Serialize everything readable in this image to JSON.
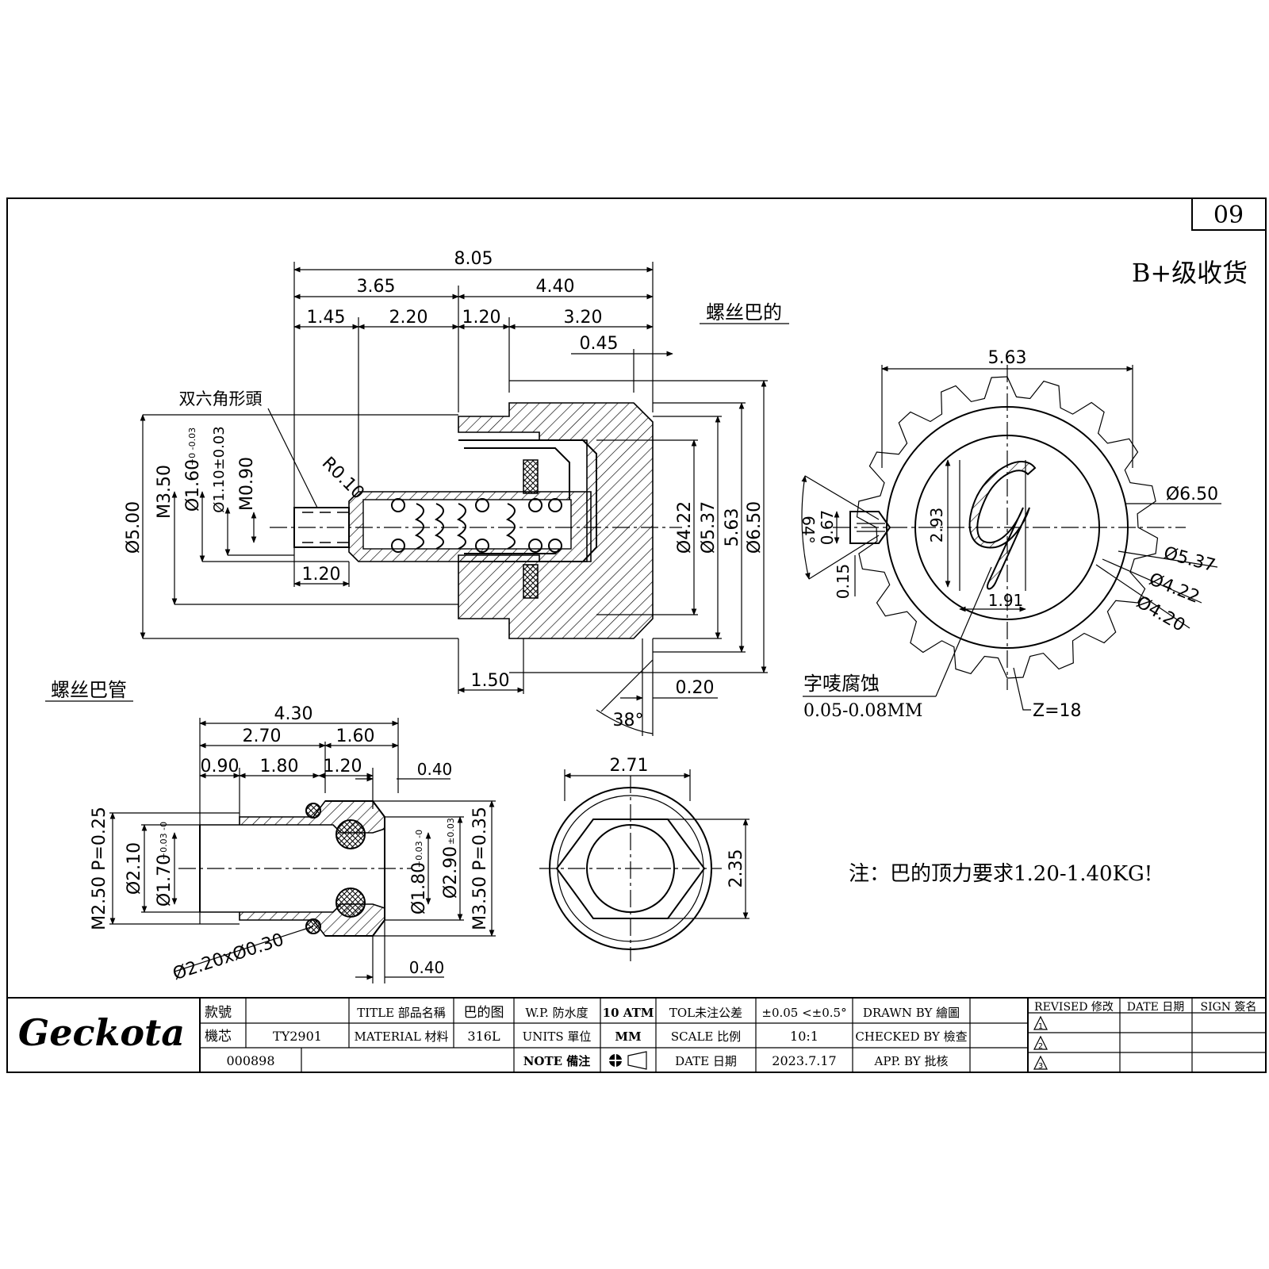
{
  "sheet": {
    "number": "09",
    "acceptance": "B+级收货",
    "note": "注：巴的顶力要求1.20-1.40KG!"
  },
  "views": {
    "push_button": {
      "title": "螺丝巴的",
      "hex_head_label": "双六角形頭",
      "radius": "R0.10",
      "dims_top": [
        "8.05",
        "3.65",
        "4.40",
        "1.45",
        "2.20",
        "1.20",
        "3.20",
        "0.45"
      ],
      "dims_left": [
        "Ø5.00",
        "M3.50",
        "Ø1.60",
        "+0 -0.03",
        "Ø1.10±0.03",
        "M0.90"
      ],
      "dim_tip": "1.20",
      "dims_right": [
        "Ø4.22",
        "Ø5.37",
        "5.63",
        "Ø6.50"
      ],
      "dims_bottom": [
        "1.50",
        "0.20",
        "38°"
      ]
    },
    "front_view": {
      "width": "5.63",
      "logo_width": "1.91",
      "logo_height": "2.93",
      "angle": "64°",
      "groove_depth": "0.67",
      "groove_width": "0.15",
      "diameters": [
        "Ø6.50",
        "Ø5.37",
        "Ø4.22",
        "Ø4.20"
      ],
      "teeth": "Z=18",
      "etch_label": "字唛腐蚀",
      "etch_depth": "0.05-0.08MM"
    },
    "tube": {
      "title": "螺丝巴管",
      "dims_top": [
        "4.30",
        "2.70",
        "1.60",
        "0.90",
        "1.80",
        "1.20",
        "0.40"
      ],
      "dims_left": [
        "M2.50 P=0.25",
        "Ø2.10",
        "Ø1.70",
        "+0.03 -0"
      ],
      "dims_right": [
        "Ø1.80",
        "+0.03 -0",
        "Ø2.90",
        "±0.03",
        "M3.50 P=0.35"
      ],
      "oring": "Ø2.20xØ0.30",
      "dim_bottom": "0.40"
    },
    "hex_view": {
      "width": "2.71",
      "height": "2.35"
    }
  },
  "title_block": {
    "logo": "Geckota",
    "rows": [
      [
        "款號",
        "",
        "TITLE 部品名稱",
        "巴的图",
        "W.P. 防水度",
        "10 ATM",
        "TOL未注公差",
        "±0.05 <±0.5°",
        "DRAWN BY 繪圖",
        ""
      ],
      [
        "機芯",
        "TY2901",
        "MATERIAL 材料",
        "316L",
        "UNITS 單位",
        "MM",
        "SCALE 比例",
        "10:1",
        "CHECKED BY 檢查",
        ""
      ],
      [
        "000898",
        "",
        "",
        "",
        "NOTE 備注",
        "",
        "DATE 日期",
        "2023.7.17",
        "APP. BY 批核",
        ""
      ]
    ],
    "revision_headers": [
      "REVISED 修改",
      "DATE 日期",
      "SIGN 簽名"
    ],
    "revision_marks": [
      "1",
      "2",
      "3"
    ]
  }
}
